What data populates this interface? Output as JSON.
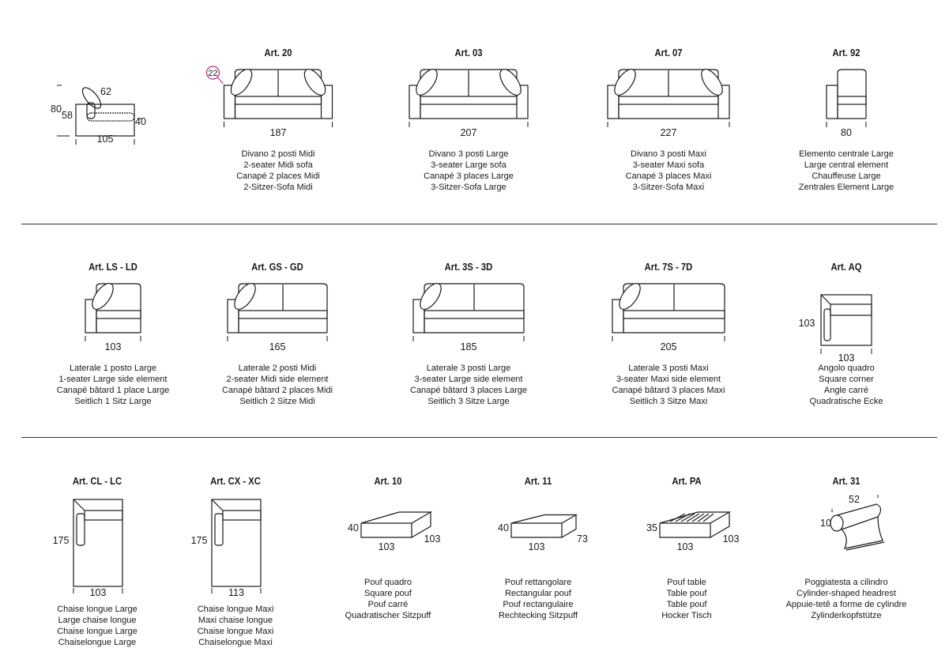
{
  "colors": {
    "line": "#1a1a1a",
    "badge": "#c0208a"
  },
  "rows": [
    [
      {
        "id": "side-view",
        "drawing": "side-view",
        "title": "",
        "dims": {
          "depth_top": "62",
          "height": "80",
          "seat_height_back": "58",
          "seat_height": "40",
          "depth": "105"
        },
        "desc": []
      },
      {
        "id": "art-20",
        "drawing": "sofa-2",
        "title": "Art. 20",
        "badge": "22",
        "dims": {
          "width": "187"
        },
        "desc": [
          "Divano 2 posti Midi",
          "2-seater Midi sofa",
          "Canapé 2 places Midi",
          "2-Sitzer-Sofa Midi"
        ]
      },
      {
        "id": "art-03",
        "drawing": "sofa-3",
        "title": "Art. 03",
        "dims": {
          "width": "207"
        },
        "desc": [
          "Divano 3 posti Large",
          "3-seater Large sofa",
          "Canapé 3 places Large",
          "3-Sitzer-Sofa Large"
        ]
      },
      {
        "id": "art-07",
        "drawing": "sofa-3",
        "title": "Art. 07",
        "dims": {
          "width": "227"
        },
        "desc": [
          "Divano 3 posti Maxi",
          "3-seater Maxi sofa",
          "Canapé 3 places Maxi",
          "3-Sitzer-Sofa Maxi"
        ]
      },
      {
        "id": "art-92",
        "drawing": "central",
        "title": "Art. 92",
        "dims": {
          "width": "80"
        },
        "desc": [
          "Elemento centrale Large",
          "Large central element",
          "Chauffeuse Large",
          "Zentrales Element Large"
        ]
      }
    ],
    [
      {
        "id": "art-ls-ld",
        "drawing": "side-1",
        "title": "Art. LS - LD",
        "dims": {
          "width": "103"
        },
        "desc": [
          "Laterale 1 posto Large",
          "1-seater Large side element",
          "Canapé bâtard 1 place Large",
          "Seitlich 1 Sitz Large"
        ]
      },
      {
        "id": "art-gs-gd",
        "drawing": "side-2",
        "title": "Art. GS - GD",
        "dims": {
          "width": "165"
        },
        "desc": [
          "Laterale 2 posti Midi",
          "2-seater Midi side element",
          "Canapé bâtard 2 places Midi",
          "Seitlich 2 Sitze Midi"
        ]
      },
      {
        "id": "art-3s-3d",
        "drawing": "side-3",
        "title": "Art. 3S - 3D",
        "dims": {
          "width": "185"
        },
        "desc": [
          "Laterale 3 posti Large",
          "3-seater Large side element",
          "Canapé bâtard 3 places Large",
          "Seitlich 3 Sitze Large"
        ]
      },
      {
        "id": "art-7s-7d",
        "drawing": "side-3",
        "title": "Art. 7S - 7D",
        "dims": {
          "width": "205"
        },
        "desc": [
          "Laterale 3 posti Maxi",
          "3-seater Maxi side element",
          "Canapé bâtard 3 places Maxi",
          "Seitlich 3 Sitze Maxi"
        ]
      },
      {
        "id": "art-aq",
        "drawing": "corner",
        "title": "Art. AQ",
        "dims": {
          "depth": "103",
          "width": "103"
        },
        "desc": [
          "Angolo quadro",
          "Square corner",
          "Angle carré",
          "Quadratische Ecke"
        ]
      }
    ],
    [
      {
        "id": "art-cl-lc",
        "drawing": "chaise",
        "title": "Art. CL - LC",
        "dims": {
          "depth": "175",
          "width": "103"
        },
        "desc": [
          "Chaise longue Large",
          "Large chaise longue",
          "Chaise longue Large",
          "Chaiselongue Large"
        ]
      },
      {
        "id": "art-cx-xc",
        "drawing": "chaise",
        "title": "Art. CX - XC",
        "dims": {
          "depth": "175",
          "width": "113"
        },
        "desc": [
          "Chaise longue Maxi",
          "Maxi chaise longue",
          "Chaise longue Maxi",
          "Chaiselongue Maxi"
        ]
      },
      {
        "id": "art-10",
        "drawing": "pouf-square",
        "title": "Art. 10",
        "dims": {
          "height": "40",
          "width": "103",
          "depth": "103"
        },
        "desc": [
          "Pouf quadro",
          "Square pouf",
          "Pouf carré",
          "Quadratischer Sitzpuff"
        ]
      },
      {
        "id": "art-11",
        "drawing": "pouf-rect",
        "title": "Art. 11",
        "dims": {
          "height": "40",
          "width": "103",
          "depth": "73"
        },
        "desc": [
          "Pouf rettangolare",
          "Rectangular pouf",
          "Pouf rectangulaire",
          "Rechtecking Sitzpuff"
        ]
      },
      {
        "id": "art-pa",
        "drawing": "pouf-table",
        "title": "Art. PA",
        "dims": {
          "height": "35",
          "width": "103",
          "depth": "103"
        },
        "desc": [
          "Pouf table",
          "Table pouf",
          "Table pouf",
          "Hocker Tisch"
        ]
      },
      {
        "id": "art-31",
        "drawing": "headrest",
        "title": "Art. 31",
        "dims": {
          "width": "52",
          "height": "10"
        },
        "desc": [
          "Poggiatesta a cilindro",
          "Cylinder-shaped headrest",
          "Appuie-tetê a forme de cylindre",
          "Zylinderkopfstütze"
        ]
      }
    ]
  ]
}
